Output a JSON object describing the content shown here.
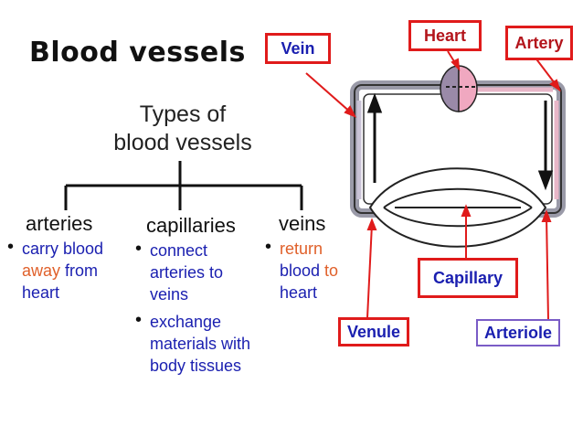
{
  "title": "Blood vessels",
  "subtitle": {
    "line1": "Types of",
    "line2": "blood vessels"
  },
  "types": [
    {
      "name": "arteries",
      "bullets": [
        {
          "parts": [
            "carry blood ",
            "away",
            " from heart"
          ]
        }
      ]
    },
    {
      "name": "capillaries",
      "bullets": [
        {
          "text": "connect arteries to veins"
        },
        {
          "text": "exchange materials with body tissues"
        }
      ]
    },
    {
      "name": "veins",
      "bullets": [
        {
          "parts": [
            "return",
            " blood ",
            "to",
            " heart"
          ]
        }
      ]
    }
  ],
  "labels": {
    "heart": "Heart",
    "artery": "Artery",
    "vein": "Vein",
    "capillary": "Capillary",
    "venule": "Venule",
    "arteriole": "Arteriole"
  },
  "colors": {
    "label_border": "#e01b1b",
    "arteriole_border": "#7a5cc6",
    "blue_text": "#1a1fb0",
    "orange_text": "#e0602a",
    "heart_left": "#9a8aa8",
    "heart_right": "#f0a8c0"
  }
}
